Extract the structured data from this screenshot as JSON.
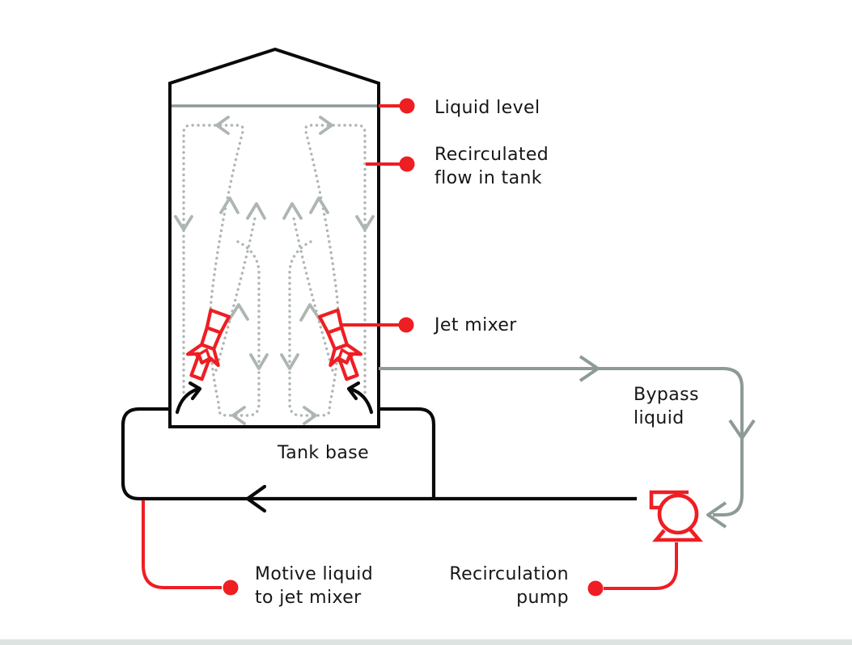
{
  "colors": {
    "callout_red": "#ee1e23",
    "pipe_black": "#0a0a0a",
    "bypass_gray": "#8d9a98",
    "flow_dot_gray": "#adb6b2",
    "text_black": "#161616",
    "footer_bar_gray": "#dde3e0",
    "canvas_white": "#ffffff"
  },
  "icons": {
    "jet_mixer": "jet-mixer-icon",
    "pump": "centrifugal-pump-icon",
    "callout_dot": "callout-dot",
    "flow_arrow": "flow-arrow-icon"
  },
  "tank": {
    "base_label": "Tank base"
  },
  "callouts": {
    "liquid_level": "Liquid level",
    "recirculated_flow": [
      "Recirculated",
      "flow in tank"
    ],
    "jet_mixer": "Jet mixer",
    "bypass_liquid": [
      "Bypass",
      "liquid"
    ],
    "motive_liquid": [
      "Motive liquid",
      "to jet mixer"
    ],
    "recirculation_pump": [
      "Recirculation",
      "pump"
    ]
  }
}
